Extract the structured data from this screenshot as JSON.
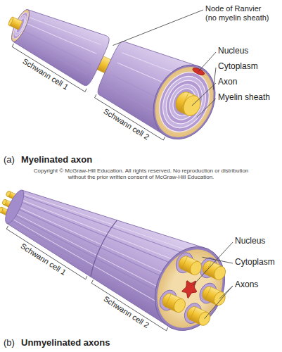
{
  "diagram": {
    "labels": [
      "Node of Ranvier (no myelin sheath)",
      "Nucleus",
      "Cytoplasm",
      "Axon",
      "Myelin sheath",
      "Schwann cell 1",
      "Schwann cell 2",
      "(a)",
      "Myelinated axon",
      "Copyright © McGraw-Hill Education. All rights reserved. No reproduction or distribution without the prior written consent of McGraw-Hill Education.",
      "Schwann cell 1",
      "Schwann cell 2",
      "Nucleus",
      "Cytoplasm",
      "Axons",
      "(b)",
      "Unmyelinated axons"
    ]
  }
}
